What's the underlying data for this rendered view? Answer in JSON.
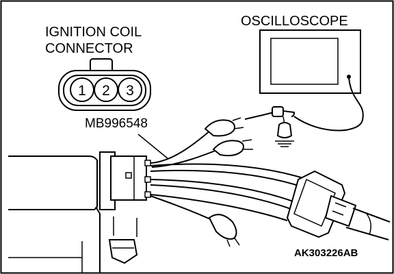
{
  "labels": {
    "ignition_coil_line1": "IGNITION COIL",
    "ignition_coil_line2": "CONNECTOR",
    "oscilloscope": "OSCILLOSCOPE",
    "harness_part_number": "MB996548",
    "figure_code": "AK303226AB"
  },
  "connector_pins": [
    "1",
    "2",
    "3"
  ],
  "colors": {
    "line": "#000000",
    "background": "#ffffff"
  }
}
